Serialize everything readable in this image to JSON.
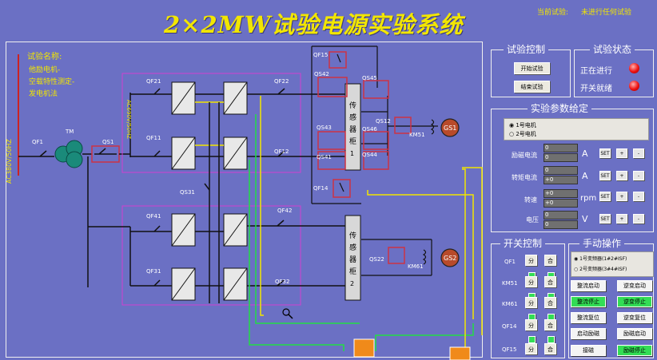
{
  "header": {
    "title": "2×2MW试验电源实验系统",
    "current_test_label": "当前试验:",
    "current_test_value": "未进行任何试验"
  },
  "test_name": {
    "label": "试验名称:",
    "lines": [
      "他励电机-",
      "空载特性测定-",
      "发电机法"
    ]
  },
  "diagram": {
    "supply_label": "AC380V/50HZ",
    "bus_label": "AC690V/50HZ",
    "tm": "TM",
    "qf1": "QF1",
    "qs1": "QS1",
    "qs31": "QS31",
    "qf21": "QF21",
    "qf22": "QF22",
    "qf11": "QF11",
    "qf12": "QF12",
    "qf41": "QF41",
    "qf42": "QF42",
    "qf31": "QF31",
    "qf32": "QF32",
    "qf15": "QF15",
    "qs42": "QS42",
    "qs45": "QS45",
    "qs43": "QS43",
    "qs46": "QS46",
    "qs41": "QS41",
    "qs44": "QS44",
    "qf14": "QF14",
    "qs12": "QS12",
    "km51": "KM51",
    "qs22": "QS22",
    "km61": "KM61",
    "gs1": "GS1",
    "gs2": "GS2",
    "cab1": [
      "传",
      "感",
      "器",
      "柜",
      "1"
    ],
    "cab2": [
      "传",
      "感",
      "器",
      "柜",
      "2"
    ]
  },
  "test_control": {
    "title": "试验控制",
    "start": "开始试验",
    "end": "结束试验"
  },
  "test_status": {
    "title": "试验状态",
    "running": "正在进行",
    "ready": "开关就绪",
    "led_color": "#ee1111"
  },
  "params": {
    "title": "实验参数给定",
    "motor1": "1号电机",
    "motor2": "2号电机",
    "excitation": "励磁电流",
    "torque": "转矩电流",
    "speed": "转速",
    "voltage": "电压",
    "exc_v1": "0",
    "exc_v2": "0",
    "tor_v1": "0",
    "tor_v2": "+0",
    "spd_v1": "+0",
    "spd_v2": "+0",
    "vol_v1": "0",
    "vol_v2": "0",
    "unit_a": "A",
    "unit_rpm": "rpm",
    "unit_v": "V",
    "set": "SET",
    "plus": "+",
    "minus": "-"
  },
  "switch_control": {
    "title": "开关控制",
    "rows": [
      {
        "name": "QF1",
        "off": "分",
        "on": "合"
      },
      {
        "name": "KM51",
        "off": "分",
        "on": "合"
      },
      {
        "name": "KM61",
        "off": "分",
        "on": "合"
      },
      {
        "name": "QF14",
        "off": "分",
        "on": "合"
      },
      {
        "name": "QF15",
        "off": "分",
        "on": "合"
      }
    ]
  },
  "manual": {
    "title": "手动操作",
    "inv1": "1号变频器(1#2#ISF)",
    "inv2": "2号变频器(3#4#ISF)",
    "b1": "整流启动",
    "b2": "逆变启动",
    "b3": "整流停止",
    "b4": "逆变停止",
    "b5": "整流复位",
    "b6": "逆变复位",
    "b7": "启动励磁",
    "b8": "励磁启动",
    "b9": "接磁",
    "b10": "励磁停止"
  }
}
